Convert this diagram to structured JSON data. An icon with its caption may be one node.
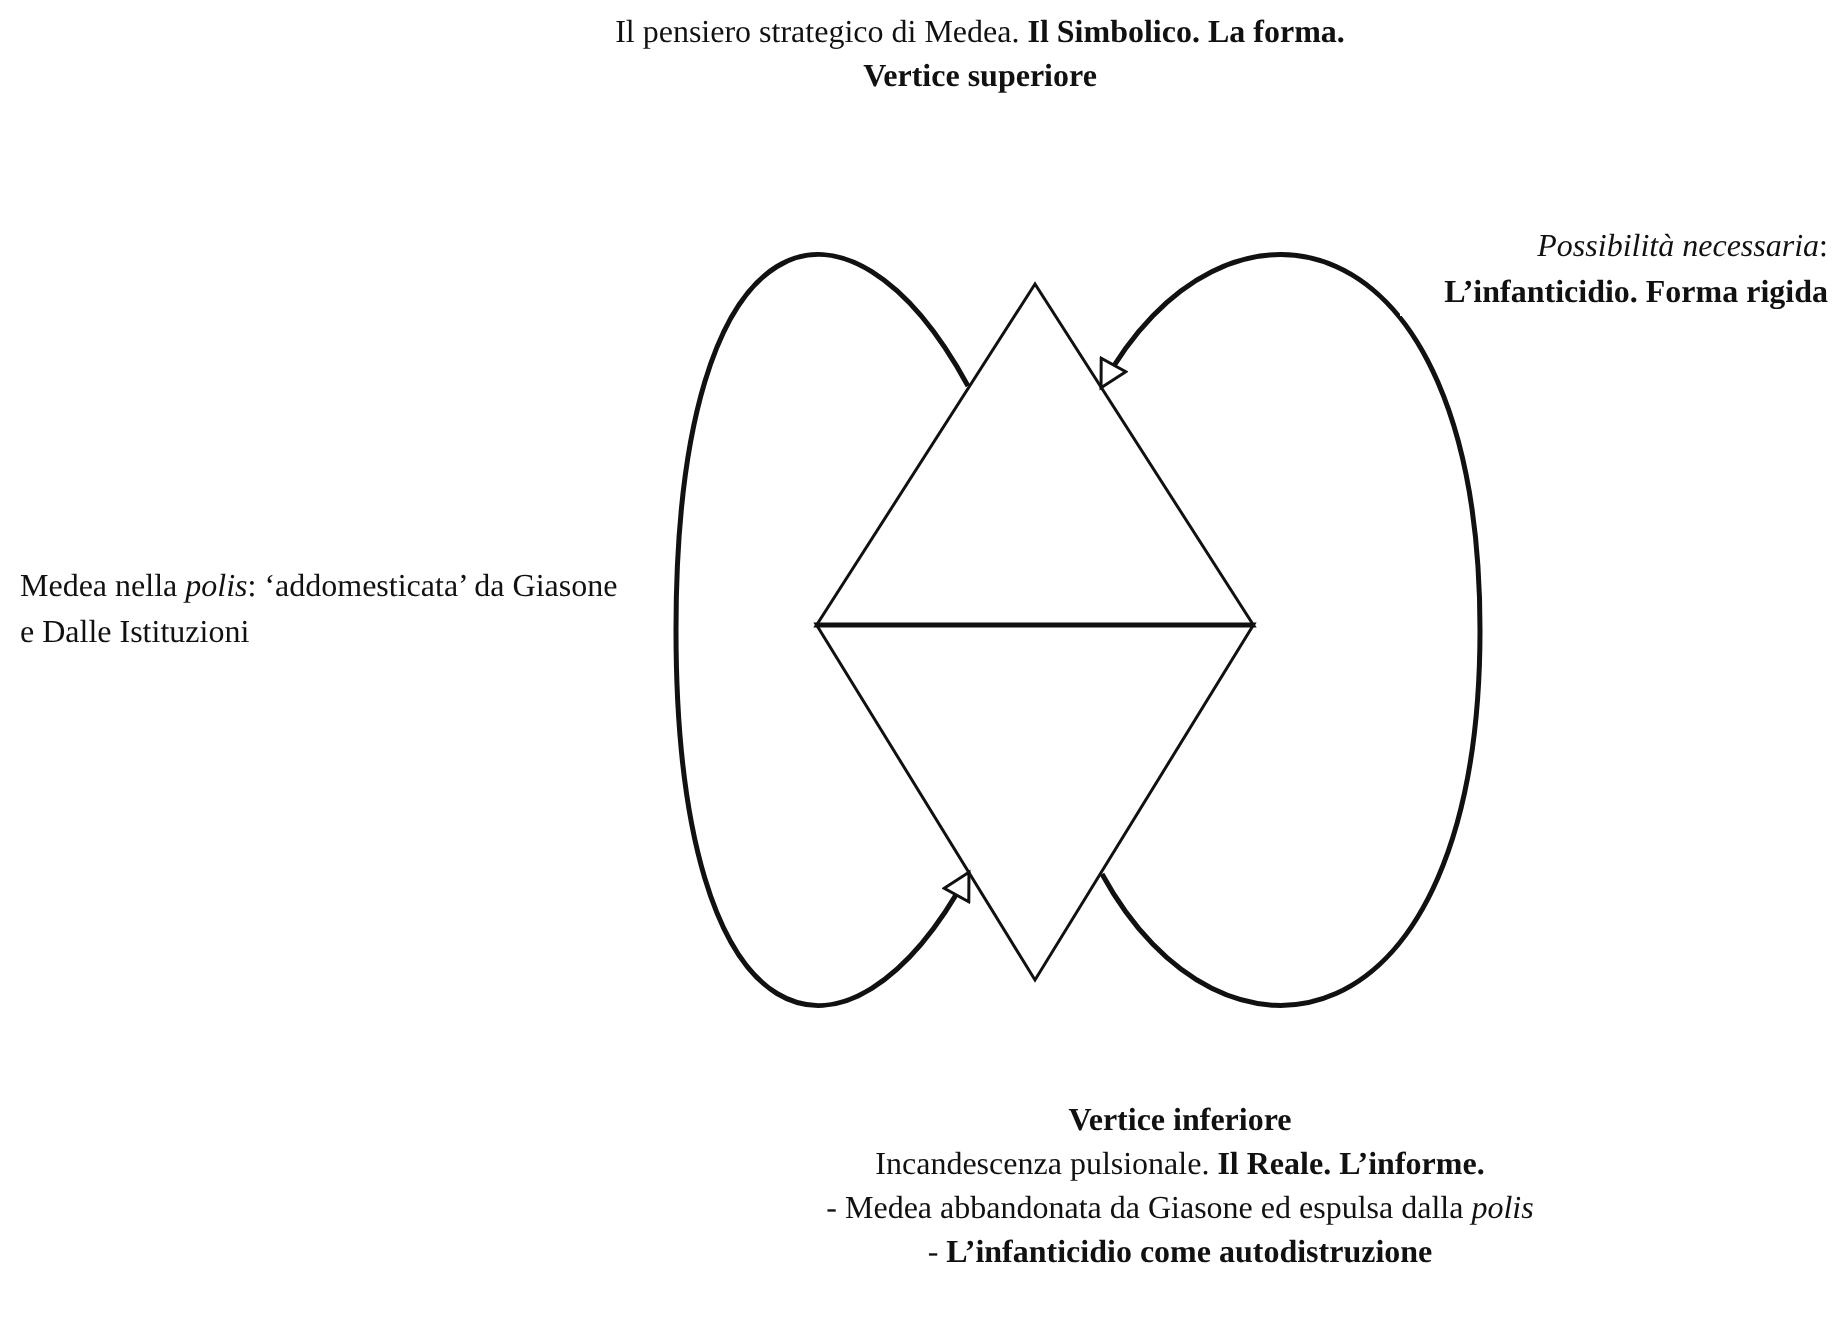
{
  "diagram": {
    "nodes": [
      {
        "text": [
          "Il pensiero strategico di Medea. **Il Simbolico. La forma.**",
          "Vertice superiore"
        ]
      },
      {
        "text": [],
        "shape": "triangle"
      },
      {
        "text": [],
        "shape": "triangle"
      },
      {
        "text": [
          "Vertice inferiore",
          "Incandescenza pulsionale. **Il Reale. L’informe.**",
          "- Medea abbandonata da Giasone ed espulsa dalla *polis*",
          "- **L’infanticidio come autodistruzione**"
        ]
      }
    ],
    "edges": [
      {
        "from": 1,
        "to": 2,
        "arrow": "to",
        "label": "Medea nella *polis*: ‘addomesticata’ da Giasone e Dalle Istituzioni"
      },
      {
        "from": 2,
        "to": 1,
        "arrow": "to",
        "label": "*Possibilità necessaria*: **L’infanticidio. Forma rigida**"
      }
    ]
  }
}
